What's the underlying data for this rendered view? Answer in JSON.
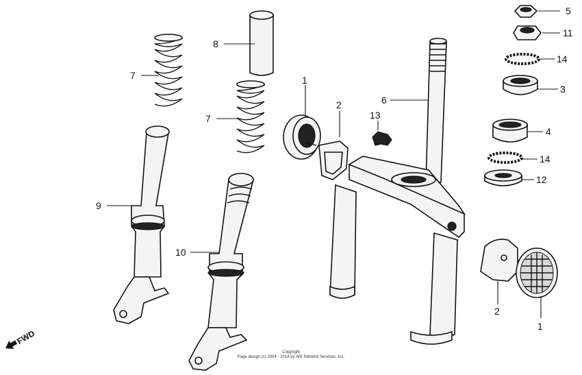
{
  "callouts": {
    "c5": "5",
    "c11": "11",
    "c14a": "14",
    "c3": "3",
    "c4": "4",
    "c14b": "14",
    "c12": "12",
    "c8": "8",
    "c7a": "7",
    "c7b": "7",
    "c1a": "1",
    "c2a": "2",
    "c13": "13",
    "c6": "6",
    "c9": "9",
    "c10": "10",
    "c2b": "2",
    "c1b": "1"
  },
  "fwd_label": "FWD",
  "copyright": {
    "line1": "Copyright",
    "line2": "Page design (c) 2004 - 2014 by ARI Network Services, Inc."
  }
}
